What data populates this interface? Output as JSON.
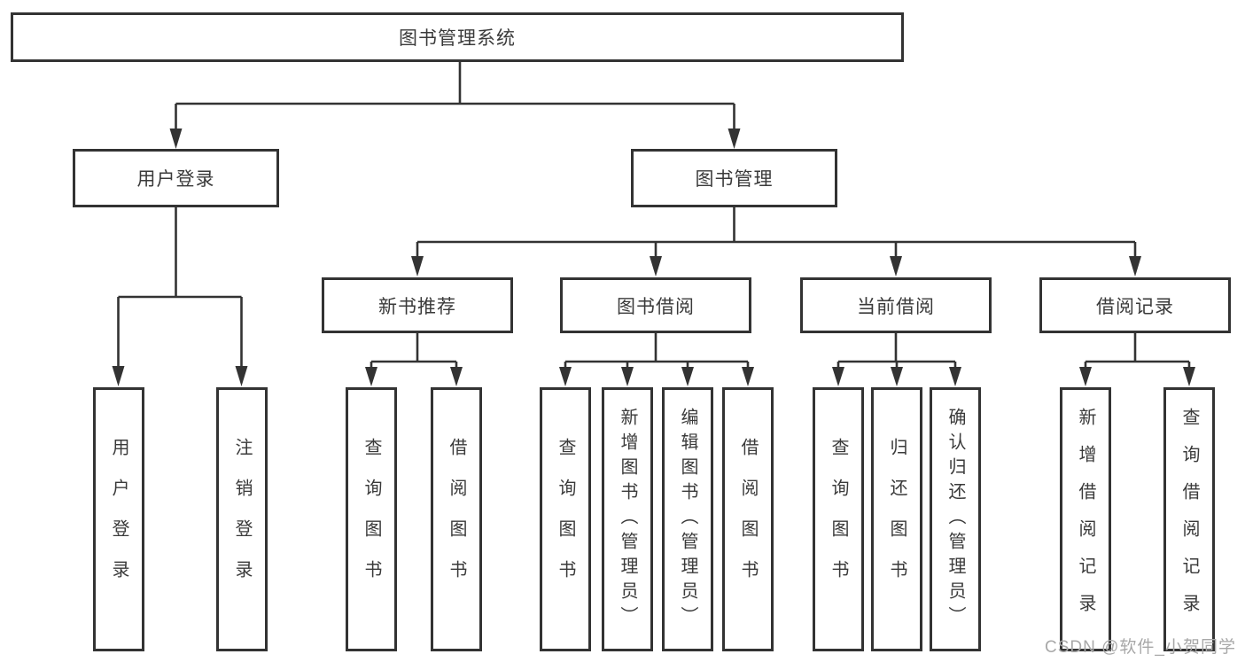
{
  "tree": {
    "label": "图书管理系统",
    "children": [
      {
        "label": "用户登录",
        "children": [
          {
            "label": "用户登录"
          },
          {
            "label": "注销登录"
          }
        ]
      },
      {
        "label": "图书管理",
        "children": [
          {
            "label": "新书推荐",
            "children": [
              {
                "label": "查询图书"
              },
              {
                "label": "借阅图书"
              }
            ]
          },
          {
            "label": "图书借阅",
            "children": [
              {
                "label": "查询图书"
              },
              {
                "label": "新增图书（管理员）"
              },
              {
                "label": "编辑图书（管理员）"
              },
              {
                "label": "借阅图书"
              }
            ]
          },
          {
            "label": "当前借阅",
            "children": [
              {
                "label": "查询图书"
              },
              {
                "label": "归还图书"
              },
              {
                "label": "确认归还（管理员）"
              }
            ]
          },
          {
            "label": "借阅记录",
            "children": [
              {
                "label": "新增借阅记录"
              },
              {
                "label": "查询借阅记录"
              }
            ]
          }
        ]
      }
    ]
  },
  "watermark": "CSDN @软件_小贺同学",
  "colors": {
    "line": "#333333",
    "text": "#3a3a3a",
    "watermark": "#a8a8a8",
    "box_bg": "#ffffff"
  }
}
